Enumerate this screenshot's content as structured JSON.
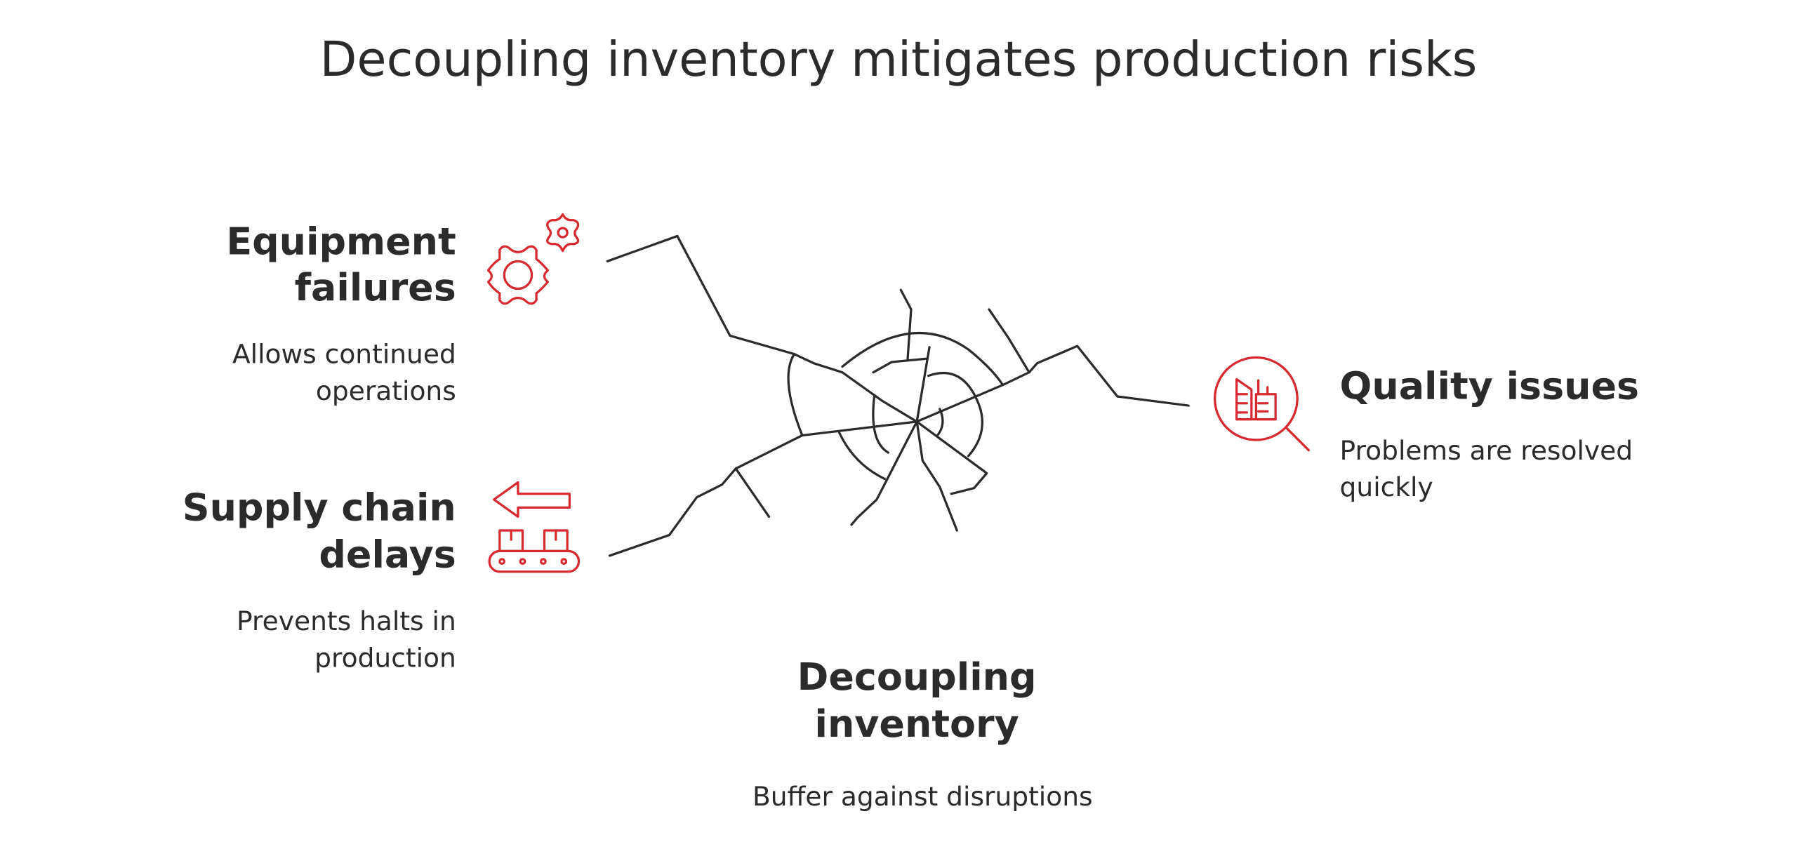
{
  "title": "Decoupling inventory mitigates production risks",
  "colors": {
    "accent": "#d62a30",
    "text": "#2b2b2b"
  },
  "center": {
    "heading_line1": "Decoupling",
    "heading_line2": "inventory",
    "description": "Buffer against disruptions"
  },
  "items": [
    {
      "heading_line1": "Equipment",
      "heading_line2": "failures",
      "desc_line1": "Allows continued",
      "desc_line2": "operations",
      "icon": "gears-icon"
    },
    {
      "heading_line1": "Supply chain",
      "heading_line2": "delays",
      "desc_line1": "Prevents halts in",
      "desc_line2": "production",
      "icon": "conveyor-arrow-icon"
    },
    {
      "heading_line1": "Quality issues",
      "desc_line1": "Problems are resolved",
      "desc_line2": "quickly",
      "icon": "factory-magnifier-icon"
    }
  ]
}
